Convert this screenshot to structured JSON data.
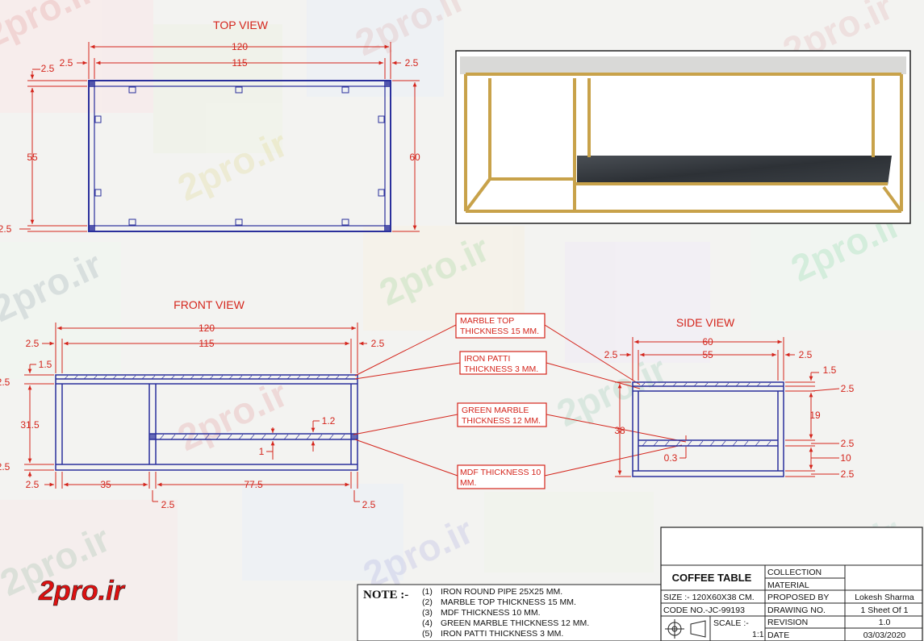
{
  "views": {
    "top": {
      "title": "TOP VIEW",
      "dims": {
        "overall_width": "120",
        "inner_width": "115",
        "left_edge": "2.5",
        "right_edge": "2.5",
        "top_edge": "2.5",
        "bottom_edge": "2.5",
        "inner_depth": "55",
        "overall_depth": "60"
      }
    },
    "front": {
      "title": "FRONT VIEW",
      "dims": {
        "overall_width": "120",
        "inner_width": "115",
        "left_top": "2.5",
        "right_top": "2.5",
        "top_thk": "1.5",
        "top_band": "2.5",
        "height": "31.5",
        "bottom_band": "2.5",
        "shelf_gap": "1.2",
        "shelf_thk": "1",
        "bottom_left": "2.5",
        "seg_35": "35",
        "seg_775": "77.5",
        "post_mid": "2.5",
        "post_right": "2.5"
      }
    },
    "side": {
      "title": "SIDE VIEW",
      "dims": {
        "overall_width": "60",
        "inner_width": "55",
        "left": "2.5",
        "right": "2.5",
        "top_thk": "1.5",
        "top_band": "2.5",
        "mid": "19",
        "shelf_band": "2.5",
        "lower": "10",
        "bottom_band": "2.5",
        "height": "38",
        "gap": "0.3"
      }
    }
  },
  "callouts": [
    {
      "line1": "MARBLE TOP",
      "line2": "THICKNESS 15 MM."
    },
    {
      "line1": "IRON PATTI",
      "line2": "THICKNESS 3 MM."
    },
    {
      "line1": "GREEN MARBLE",
      "line2": "THICKNESS 12 MM."
    },
    {
      "line1": "MDF THICKNESS 10",
      "line2": "MM."
    }
  ],
  "notes": {
    "heading": "NOTE :-",
    "items": [
      {
        "num": "(1)",
        "text": "IRON ROUND PIPE 25X25 MM."
      },
      {
        "num": "(2)",
        "text": "MARBLE TOP THICKNESS 15 MM."
      },
      {
        "num": "(3)",
        "text": "MDF THICKNESS 10 MM."
      },
      {
        "num": "(4)",
        "text": "GREEN MARBLE THICKNESS 12 MM."
      },
      {
        "num": "(5)",
        "text": "IRON PATTI THICKNESS 3 MM."
      }
    ]
  },
  "title_block": {
    "name": "COFFEE TABLE",
    "size": "SIZE :-  120X60X38 CM.",
    "code": "CODE NO.-JC-99193",
    "scale_label": "SCALE :-",
    "scale_value": "1:1",
    "collection": "COLLECTION",
    "material": "MATERIAL",
    "proposed_by_label": "PROPOSED BY",
    "proposed_by": "Lokesh Sharma",
    "drawing_no_label": "DRAWING NO.",
    "drawing_no": "1 Sheet Of 1",
    "revision_label": "REVISION",
    "revision": "1.0",
    "date_label": "DATE",
    "date": "03/03/2020"
  },
  "logo": {
    "text": "2pro.ir"
  },
  "watermark": "2pro.ir",
  "colors": {
    "dim": "#d4251c",
    "outline": "#2a2f9c",
    "frame_gold": "#c8a24a",
    "shelf_dark": "#33373c"
  }
}
